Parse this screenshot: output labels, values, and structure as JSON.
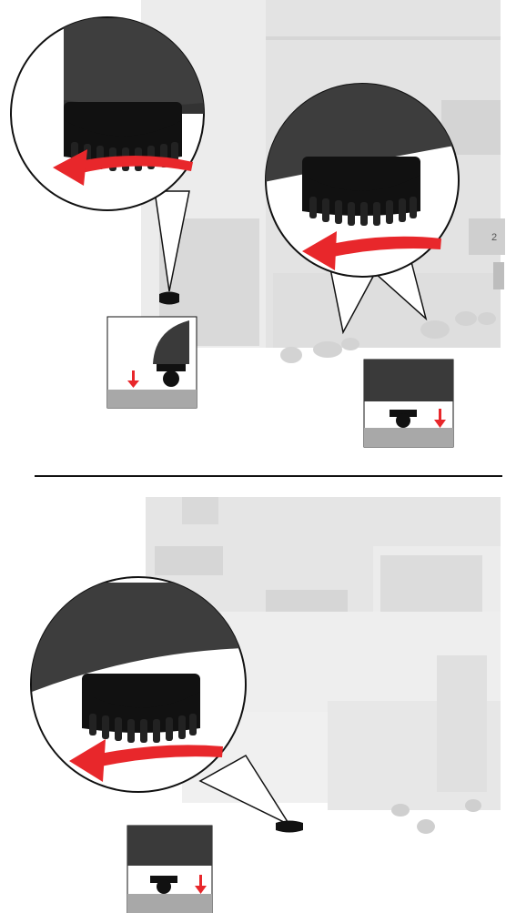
{
  "figure": {
    "panels": [
      {
        "id": "top",
        "callouts": 2,
        "insets": 2,
        "rotation": "counterclockwise"
      },
      {
        "id": "bottom",
        "callouts": 1,
        "insets": 1,
        "rotation": "counterclockwise"
      }
    ],
    "colors": {
      "printer_body": "#e6e6e6",
      "printer_edge": "#cfcfcf",
      "dark_panel": "#3d3d3d",
      "foot_knob": "#0f0f0f",
      "arrow": "#e8272b",
      "floor": "#a8a8a8",
      "divider": "#111111"
    },
    "tray_number": "2"
  }
}
